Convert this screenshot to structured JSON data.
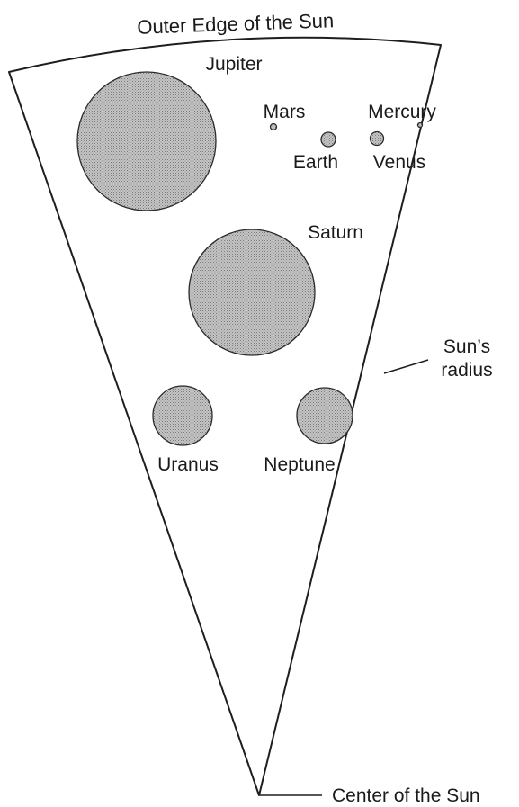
{
  "labels": {
    "outer_edge": "Outer Edge of the Sun",
    "center": "Center of the Sun",
    "radius_line1": "Sun’s",
    "radius_line2": "radius"
  },
  "planets": {
    "jupiter": "Jupiter",
    "saturn": "Saturn",
    "uranus": "Uranus",
    "neptune": "Neptune",
    "mars": "Mars",
    "earth": "Earth",
    "mercury": "Mercury",
    "venus": "Venus"
  },
  "colors": {
    "line": "#1e1e1e",
    "planet_fill": "#b9b9b9",
    "background": "#ffffff"
  }
}
